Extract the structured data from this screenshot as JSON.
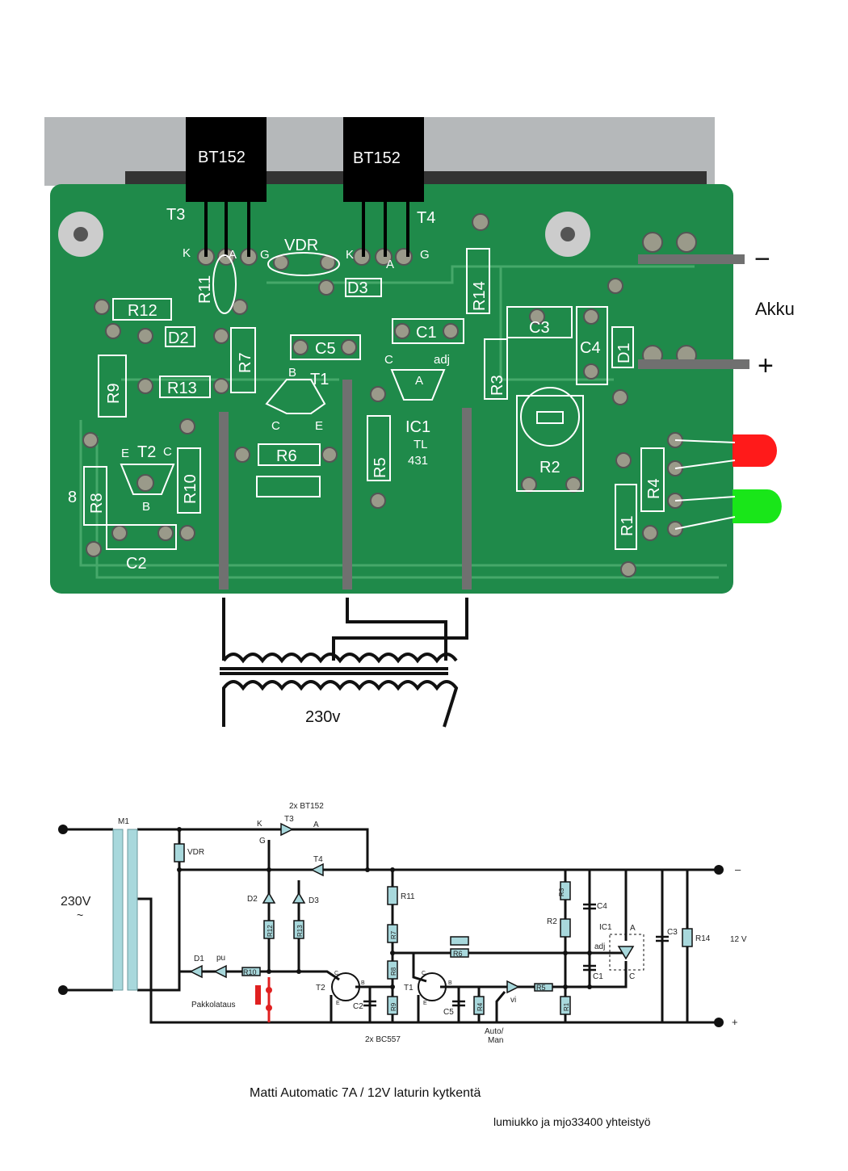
{
  "pcb": {
    "thyristors": [
      "BT152",
      "BT152"
    ],
    "labels": {
      "t3": "T3",
      "t4": "T4",
      "k1": "K",
      "a1": "A",
      "g1": "G",
      "k2": "K",
      "a2": "A",
      "g2": "G",
      "vdr": "VDR",
      "d3": "D3",
      "r11": "R11",
      "r12": "R12",
      "d2": "D2",
      "r7": "R7",
      "c5": "C5",
      "c1": "C1",
      "adj": "adj",
      "ic_c": "C",
      "ic_a": "A",
      "c3": "C3",
      "c4": "C4",
      "d1": "D1",
      "r14": "R14",
      "r3": "R3",
      "r9": "R9",
      "r13": "R13",
      "t1b": "B",
      "t1": "T1",
      "t1c": "C",
      "t1e": "E",
      "ic1": "IC1",
      "tl": "TL",
      "n431": "431",
      "r2": "R2",
      "r5": "R5",
      "r6": "R6",
      "t2e": "E",
      "t2": "T2",
      "t2c": "C",
      "t2b": "B",
      "r8": "R8",
      "r10": "R10",
      "eight": "8",
      "c2": "C2",
      "r4": "R4",
      "r1": "R1"
    },
    "battery_label": "Akku",
    "minus": "−",
    "plus": "+",
    "mains_label": "230v",
    "led_colors": {
      "red": "#ff1a1a",
      "green": "#19e619"
    },
    "board_color": "#1f8a4a"
  },
  "schematic": {
    "labels": {
      "bt152": "2x BT152",
      "m1": "M1",
      "k": "K",
      "t3": "T3",
      "a": "A",
      "g": "G",
      "vdr": "VDR",
      "t4": "T4",
      "v230": "230V",
      "tilde": "~",
      "d2": "D2",
      "d3": "D3",
      "r11": "R11",
      "r12": "R12",
      "r13": "R13",
      "r7": "R7",
      "d1": "D1",
      "pu": "pu",
      "r10": "R10",
      "pakko": "Pakkolataus",
      "t2": "T2",
      "t2c": "C",
      "t2b": "B",
      "t2e": "E",
      "c2": "C2",
      "r8": "R8",
      "r9": "R9",
      "bc557": "2x BC557",
      "t1": "T1",
      "t1c": "C",
      "t1b": "B",
      "t1e": "E",
      "c5": "C5",
      "r6": "R6",
      "r4": "R4",
      "auto": "Auto/",
      "man": "Man",
      "vi": "vi",
      "r5": "R5",
      "r3": "R3",
      "r2": "R2",
      "r1": "R1",
      "c4": "C4",
      "ic1": "IC1",
      "ica": "A",
      "adj": "adj",
      "c1": "C1",
      "icc": "C",
      "c3": "C3",
      "r14": "R14",
      "v12": "12 V",
      "minus": "–",
      "plus": "+"
    }
  },
  "caption": "Matti Automatic 7A / 12V laturin kytkentä",
  "credit": "lumiukko ja mjo33400 yhteistyö"
}
